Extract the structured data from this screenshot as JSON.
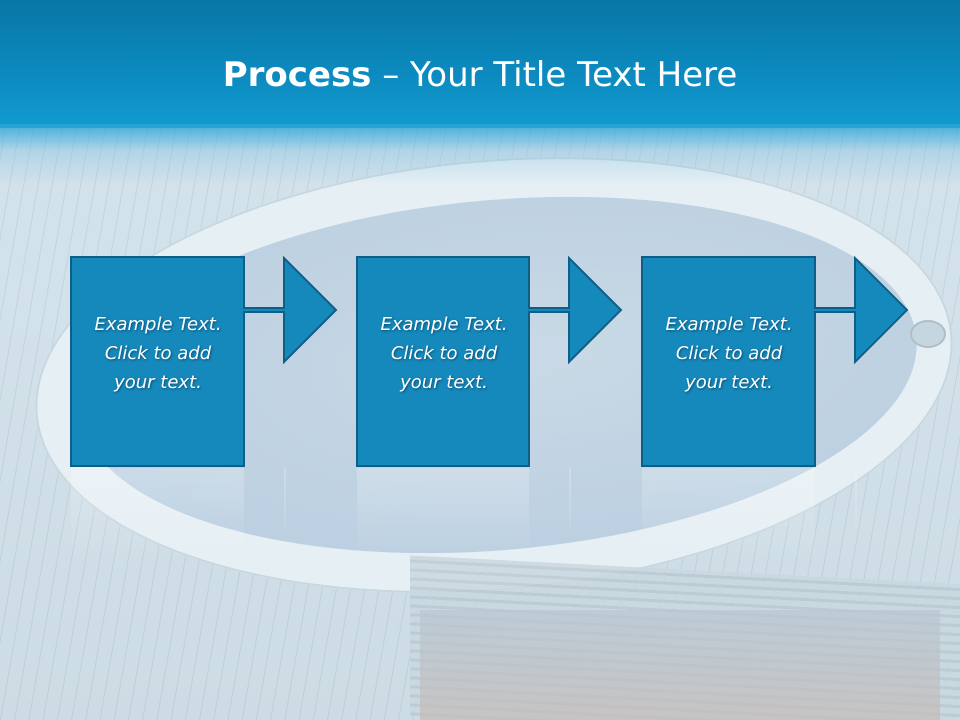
{
  "slide": {
    "title_bold": "Process",
    "title_rest": " – Your Title Text Here"
  },
  "steps": [
    {
      "line1": "Example Text.",
      "line2": "Click  to add",
      "line3": "your text."
    },
    {
      "line1": "Example Text.",
      "line2": "Click  to add",
      "line3": "your text."
    },
    {
      "line1": "Example Text.",
      "line2": "Click  to add",
      "line3": "your text."
    }
  ],
  "colors": {
    "header": "#0c8bc0",
    "box_fill": "#1589bb",
    "box_border": "#0e5f86",
    "text": "#ffffff"
  },
  "icons": [
    "right-arrow-icon",
    "right-arrow-icon",
    "right-arrow-icon"
  ]
}
